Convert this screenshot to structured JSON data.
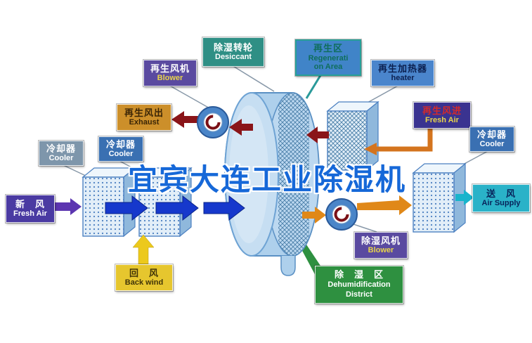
{
  "title": "宜宾大连工业除湿机",
  "labels": {
    "desiccant": {
      "zh": "除湿转轮",
      "en": "Desiccant"
    },
    "regeneration_area": {
      "zh": "再生区",
      "en1": "Regenerati",
      "en2": "on Area"
    },
    "regen_blower": {
      "zh": "再生风机",
      "en": "Blower"
    },
    "regen_heater": {
      "zh": "再生加热器",
      "en": "heater"
    },
    "exhaust": {
      "zh": "再生风出",
      "en": "Exhaust"
    },
    "regen_fresh_air": {
      "zh": "再生风进",
      "en": "Fresh Air"
    },
    "cooler_left_outer": {
      "zh": "冷却器",
      "en": "Cooler"
    },
    "cooler_left_inner": {
      "zh": "冷却器",
      "en": "Cooler"
    },
    "cooler_right": {
      "zh": "冷却器",
      "en": "Cooler"
    },
    "fresh_air": {
      "zh": "新　风",
      "en": "Fresh Air"
    },
    "back_wind": {
      "zh": "回　风",
      "en": "Back wind"
    },
    "air_supply": {
      "zh": "送　风",
      "en": "Air Supply"
    },
    "dehumid_blower": {
      "zh": "除湿风机",
      "en": "Blower"
    },
    "dehumid_district": {
      "zh": "除　湿　区",
      "en1": "Dehumidification",
      "en2": "District"
    }
  },
  "colors": {
    "title_blue": "#1668d8",
    "arrow_blue": "#1638cc",
    "arrow_red": "#8a1418",
    "arrow_orange": "#e08818",
    "arrow_yellow": "#ecc91c",
    "arrow_purple": "#5c35b0",
    "arrow_cyan": "#18b4cc",
    "wheel_blue": "#aed0ec",
    "district_green": "#2e9040"
  }
}
